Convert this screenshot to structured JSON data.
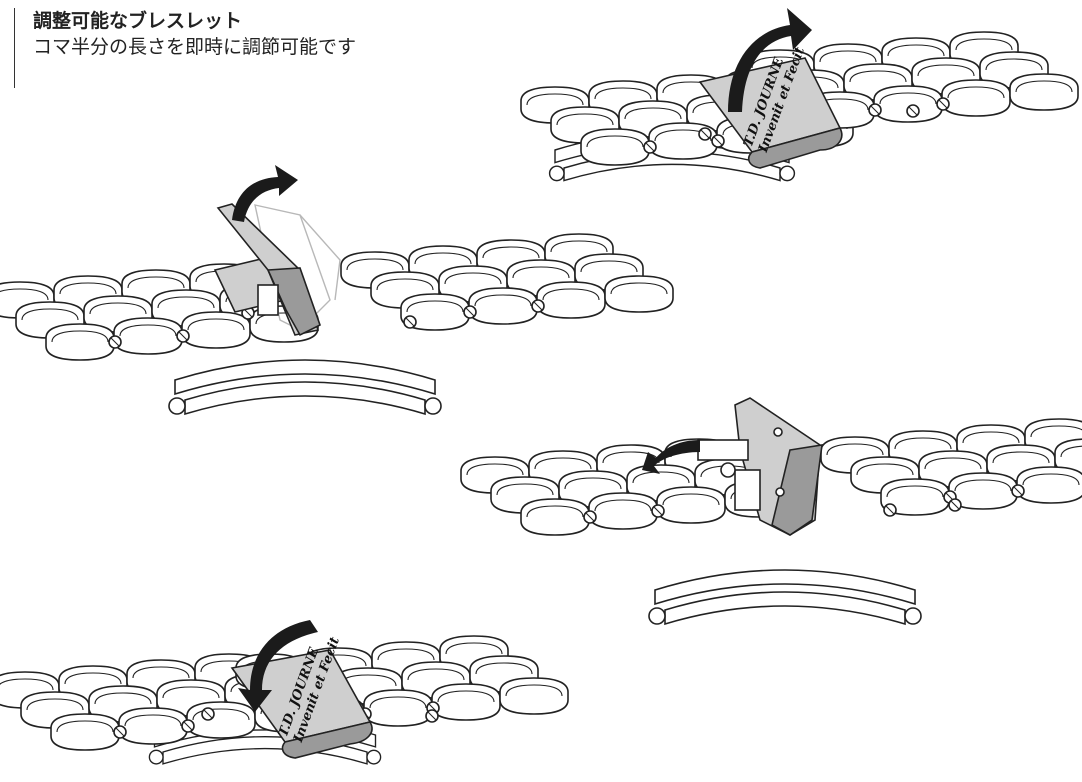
{
  "header": {
    "title": "調整可能なブレスレット",
    "subtitle": "コマ半分の長さを即時に調節可能です"
  },
  "figures": {
    "engraving": {
      "line1": "T.D. JOURNE",
      "line2": "Invenit et Fecit"
    }
  },
  "colors": {
    "ink": "#222222",
    "clasp_fill": "#cfcfcf",
    "arrow": "#1b1b1b"
  }
}
